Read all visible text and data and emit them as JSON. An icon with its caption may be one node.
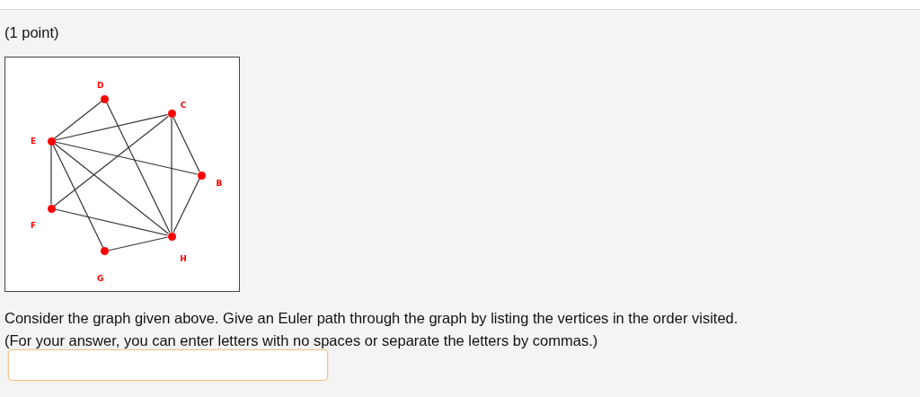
{
  "diagram": {
    "nodes": [
      {
        "text": [],
        "shape": "circle",
        "beside": [
          "D"
        ]
      },
      {
        "text": [],
        "shape": "circle",
        "beside": [
          "C"
        ]
      },
      {
        "text": [],
        "shape": "circle",
        "beside": [
          "E"
        ]
      },
      {
        "text": [],
        "shape": "circle",
        "beside": [
          "B"
        ]
      },
      {
        "text": [],
        "shape": "circle",
        "beside": [
          "F"
        ]
      },
      {
        "text": [],
        "shape": "circle",
        "beside": [
          "H"
        ]
      },
      {
        "text": [],
        "shape": "circle",
        "beside": [
          "G"
        ]
      }
    ],
    "edges": [
      {
        "from": 0,
        "to": 2,
        "arrow": "none"
      },
      {
        "from": 0,
        "to": 5,
        "arrow": "none"
      },
      {
        "from": 2,
        "to": 1,
        "arrow": "none"
      },
      {
        "from": 2,
        "to": 3,
        "arrow": "none"
      },
      {
        "from": 2,
        "to": 4,
        "arrow": "none"
      },
      {
        "from": 2,
        "to": 6,
        "arrow": "none"
      },
      {
        "from": 2,
        "to": 5,
        "arrow": "none"
      },
      {
        "from": 1,
        "to": 4,
        "arrow": "none"
      },
      {
        "from": 1,
        "to": 5,
        "arrow": "none"
      },
      {
        "from": 1,
        "to": 3,
        "arrow": "none"
      },
      {
        "from": 3,
        "to": 5,
        "arrow": "none"
      },
      {
        "from": 4,
        "to": 5,
        "arrow": "none"
      },
      {
        "from": 6,
        "to": 5,
        "arrow": "none"
      }
    ],
    "labels": [
      "(1 point)",
      "Consider the graph given above. Give an Euler path through the graph by listing the vertices in the order visited.",
      "(For your answer, you can enter letters with no spaces or separate the letters by commas.)"
    ]
  }
}
